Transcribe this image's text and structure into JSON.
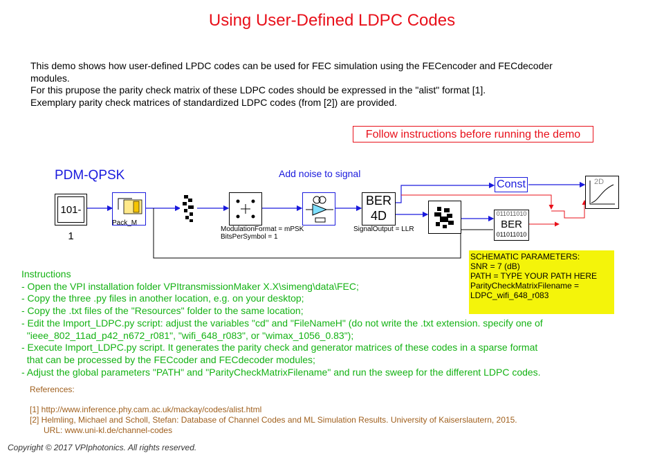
{
  "title": "Using User-Defined LDPC Codes",
  "description": [
    "This demo shows how user-defined LPDC codes can be used for FEC simulation using the FECencoder and FECdecoder",
    "modules.",
    "For this prupose the parity check matrix of these LDPC codes should be expressed in the \"alist\" format [1].",
    "Exemplary parity check matrices of standardized LDPC codes (from [2]) are provided."
  ],
  "warning": "Follow instructions before running the demo",
  "schematic": {
    "section_label": "PDM-QPSK",
    "noise_label": "Add noise to signal",
    "bit_source_label": "101-1",
    "pack_label": "Pack_M",
    "modulator_params": [
      "ModulationFormat = mPSK",
      "BitsPerSymbol = 1"
    ],
    "ber4d_line1": "BER",
    "ber4d_line2": "4D",
    "ber4d_param": "SignalOutput = LLR",
    "ber_top": "011011010",
    "ber_mid": "BER",
    "ber_bot": "011011010",
    "const_label": "Const",
    "plot_label": "2D",
    "colors": {
      "wire": "#1a1add",
      "red_wire": "#e8101a",
      "source_fill": "#ffe98a"
    }
  },
  "parameters": {
    "header": "SCHEMATIC PARAMETERS:",
    "lines": [
      "SNR = 7 (dB)",
      "PATH = TYPE YOUR PATH HERE",
      "ParityCheckMatrixFilename =",
      "LDPC_wifi_648_r083"
    ]
  },
  "instructions": {
    "heading": "Instructions",
    "items": [
      "- Open the VPI installation folder VPItransmissionMaker X.X\\simeng\\data\\FEC;",
      "- Copy the three .py files in another location, e.g. on your desktop;",
      "- Copy the .txt files of the \"Resources\" folder to the same location;",
      "- Edit the Import_LDPC.py script: adjust the variables \"cd\" and \"FileNameH\" (do not write the .txt extension. specify one of",
      "  \"ieee_802_11ad_p42_n672_r081\", \"wifi_648_r083\", or \"wimax_1056_0.83\");",
      "- Execute  Import_LDPC.py script. It generates the parity check and generator matrices of these codes in a sparse format",
      "  that can be processed by the FECcoder and FECdecoder modules;",
      "- Adjust the global parameters \"PATH\" and \"ParityCheckMatrixFilename\" and run the sweep for the different LDPC codes."
    ]
  },
  "references": {
    "heading": "References:",
    "items": [
      "[1] http://www.inference.phy.cam.ac.uk/mackay/codes/alist.html",
      "[2] Helmling, Michael and Scholl, Stefan: Database of Channel Codes and ML Simulation Results. University of Kaiserslautern, 2015.",
      "      URL: www.uni-kl.de/channel-codes"
    ]
  },
  "copyright": "Copyright © 2017 VPIphotonics. All rights reserved."
}
